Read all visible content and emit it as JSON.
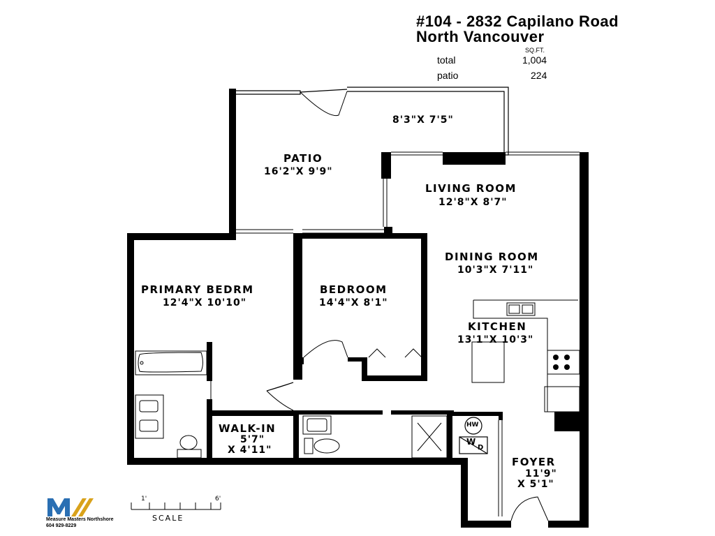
{
  "header": {
    "address_line1": "#104 - 2832 Capilano Road",
    "address_line2": "North Vancouver",
    "sqft_label": "SQ.FT.",
    "total_label": "total",
    "total_value": "1,004",
    "patio_label": "patio",
    "patio_value": "224"
  },
  "rooms": {
    "patio": {
      "name": "PATIO",
      "dims": "16'2\"X  9'9\""
    },
    "patio_small": {
      "dims": "8'3\"X  7'5\""
    },
    "living": {
      "name": "LIVING  ROOM",
      "dims": "12'8\"X  8'7\""
    },
    "dining": {
      "name": "DINING  ROOM",
      "dims": "10'3\"X  7'11\""
    },
    "primary": {
      "name": "PRIMARY  BEDRM",
      "dims": "12'4\"X  10'10\""
    },
    "bedroom": {
      "name": "BEDROOM",
      "dims": "14'4\"X  8'1\""
    },
    "kitchen": {
      "name": "KITCHEN",
      "dims": "13'1\"X  10'3\""
    },
    "walkin": {
      "name": "WALK-IN",
      "dims1": "5'7\"",
      "dims2": "X  4'11\""
    },
    "foyer": {
      "name": "FOYER",
      "dims1": "11'9\"",
      "dims2": "X  5'1\""
    }
  },
  "fixtures": {
    "hw": "HW",
    "w": "W",
    "d": "D"
  },
  "brand": {
    "line1": "Measure Masters Northshore",
    "line2": "604 929-8229"
  },
  "scale": {
    "label": "SCALE",
    "tick_start": "1'",
    "tick_end": "6'"
  },
  "colors": {
    "wall": "#000000",
    "logo_blue": "#2a6fb3",
    "logo_gold": "#d9a21b"
  }
}
